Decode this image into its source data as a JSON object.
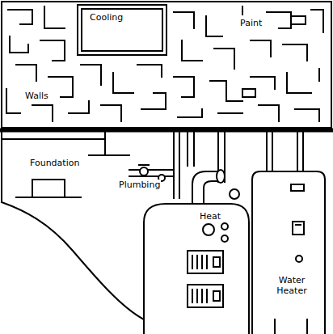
{
  "diagram": {
    "labels": [
      "Cooling",
      "Paint",
      "Walls",
      "Foundation",
      "Plumbing",
      "Heat",
      "Water Heater"
    ]
  }
}
